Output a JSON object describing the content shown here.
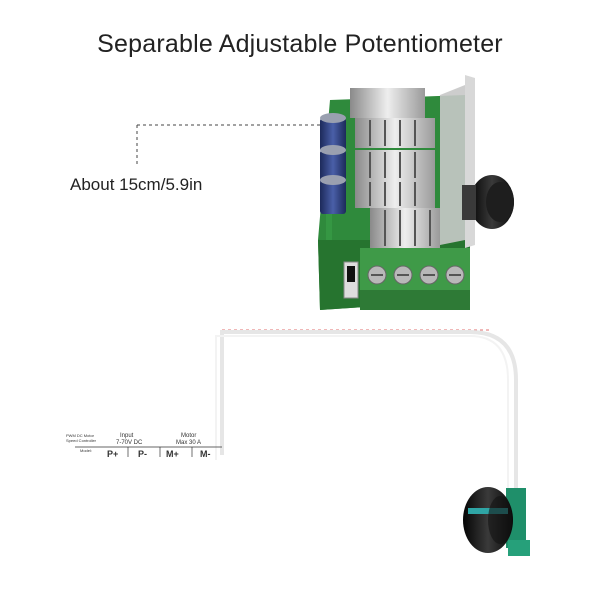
{
  "title": "Separable Adjustable Potentiometer",
  "dimension_label": "About 15cm/5.9in",
  "pcb_label": {
    "device_name_line1": "PWM DC Motor",
    "device_name_line2": "Speed Controller",
    "model_label": "Model:",
    "input_heading": "Input",
    "input_range": "7-70V DC",
    "motor_heading": "Motor",
    "motor_max": "Max 30 A",
    "terminals": [
      "P+",
      "P-",
      "M+",
      "M-"
    ]
  },
  "colors": {
    "pcb": "#2f8a3c",
    "heatsink": "#cfcfcf",
    "terminal_block": "#3f9a48",
    "knob": "#1a1a1a",
    "knob_stripe": "#2fa5a5",
    "wire": "#e6e6e6"
  }
}
